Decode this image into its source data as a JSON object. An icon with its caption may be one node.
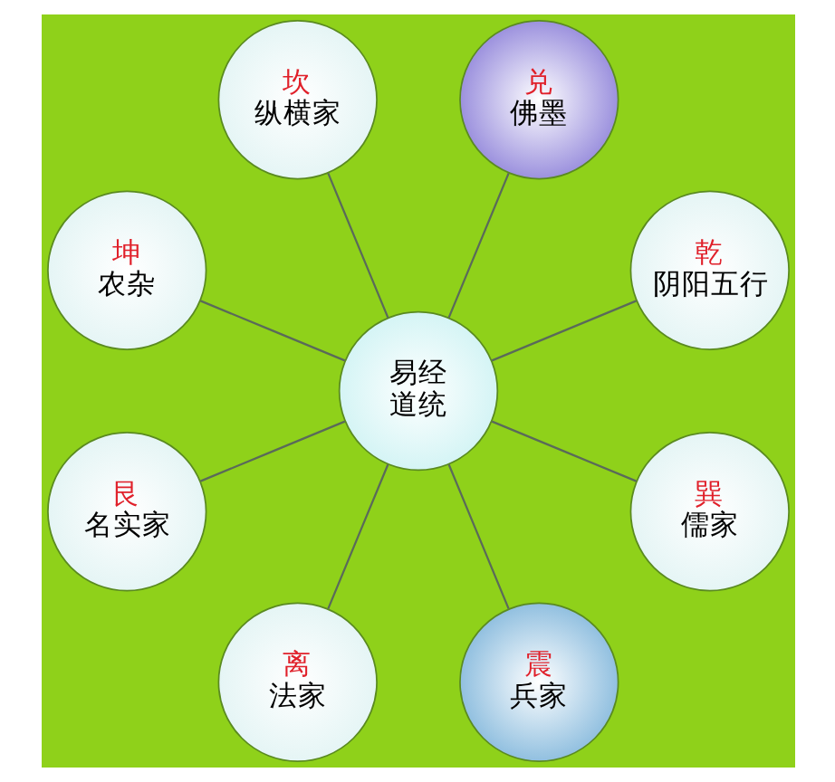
{
  "diagram": {
    "nodes": [
      {
        "text": [
          "乾",
          "阴阳五行"
        ]
      },
      {
        "text": [
          "兑",
          "佛墨"
        ]
      },
      {
        "text": [
          "坎",
          "纵横家"
        ]
      },
      {
        "text": [
          "坤",
          "农杂"
        ]
      },
      {
        "text": [
          "易经道统"
        ]
      },
      {
        "text": [
          "艮",
          "名实家"
        ]
      },
      {
        "text": [
          "离",
          "法家"
        ]
      },
      {
        "text": [
          "震",
          "兵家"
        ]
      },
      {
        "text": [
          "巽",
          "儒家"
        ]
      }
    ],
    "edges": [
      {
        "from": 4,
        "to": 0,
        "arrow": "none"
      },
      {
        "from": 4,
        "to": 1,
        "arrow": "none"
      },
      {
        "from": 4,
        "to": 2,
        "arrow": "none"
      },
      {
        "from": 4,
        "to": 3,
        "arrow": "none"
      },
      {
        "from": 4,
        "to": 5,
        "arrow": "none"
      },
      {
        "from": 4,
        "to": 6,
        "arrow": "none"
      },
      {
        "from": 4,
        "to": 7,
        "arrow": "none"
      },
      {
        "from": 4,
        "to": 8,
        "arrow": "none"
      }
    ]
  }
}
